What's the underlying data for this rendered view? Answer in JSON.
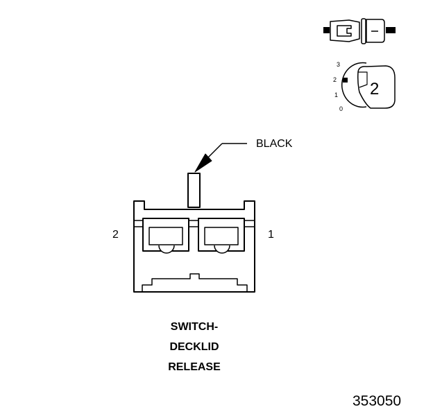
{
  "wire_label": "BLACK",
  "pin_labels": {
    "left": "2",
    "right": "1"
  },
  "component_title": [
    "SWITCH-",
    "DECKLID",
    "RELEASE"
  ],
  "figure_number": "353050",
  "view_indicator": {
    "position_marks": [
      "3",
      "2",
      "1",
      "0"
    ],
    "connector_number": "2"
  }
}
